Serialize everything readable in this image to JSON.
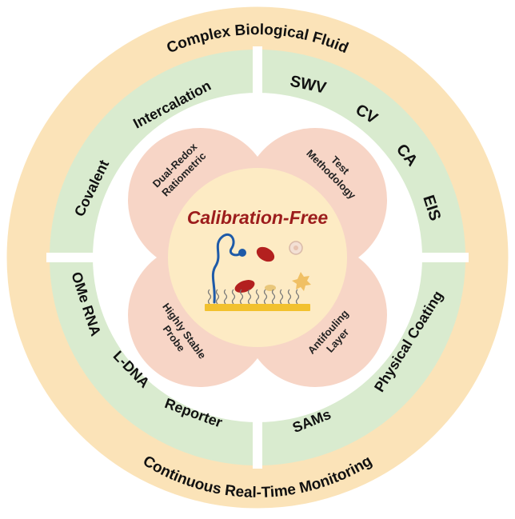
{
  "colors": {
    "outer_ring": "#fbe3b8",
    "sector_fill": "#d9ebcf",
    "petal_fill": "#f7d5c6",
    "center_fill": "#fdebc4",
    "center_title": "#9c1c1c",
    "electrode": "#f2c12e",
    "probe_blue": "#1e5aa8",
    "cell_red": "#b3201f",
    "wire": "#777777"
  },
  "outer_ring": {
    "top_label": "Complex Biological Fluid",
    "bottom_label": "Continuous Real-Time Monitoring"
  },
  "sectors": {
    "top_left": [
      "Intercalation",
      "Covalent"
    ],
    "top_right": [
      "SWV",
      "CV",
      "CA",
      "EIS"
    ],
    "bottom_left": [
      "OMe RNA",
      "L-DNA",
      "Reporter"
    ],
    "bottom_right": [
      "Physical Coating",
      "SAMs"
    ]
  },
  "petals": {
    "top_left": [
      "Dual-Redox",
      "Ratiometric"
    ],
    "top_right": [
      "Test",
      "Methodology"
    ],
    "bottom_left": [
      "Highly Stable",
      "Probe"
    ],
    "bottom_right": [
      "Antifouling",
      "Layer"
    ]
  },
  "center": {
    "title": "Calibration-Free",
    "illustration_icons": [
      "dna-probe-icon",
      "red-blood-cell-icon",
      "platelet-icon",
      "white-blood-cell-icon",
      "gold-electrode-icon"
    ]
  }
}
